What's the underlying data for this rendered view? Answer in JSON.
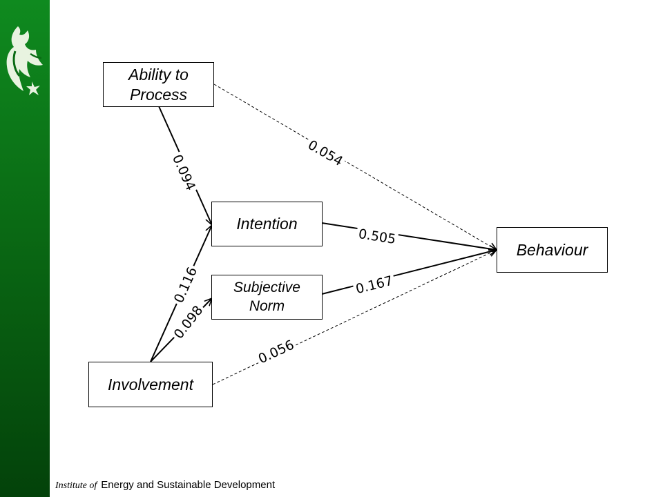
{
  "nodes": {
    "ability": "Ability to Process",
    "intention": "Intention",
    "subjective_norm": "Subjective Norm",
    "involvement": "Involvement",
    "behaviour": "Behaviour"
  },
  "coefficients": {
    "ability_behaviour": "0.054",
    "ability_intention": "0.094",
    "intention_behaviour": "0.505",
    "norm_behaviour": "0.167",
    "involvement_intention": "0.116",
    "involvement_norm": "0.098",
    "involvement_behaviour": "0.056"
  },
  "footer": {
    "institute": "Institute of",
    "name": "Energy and Sustainable Development"
  },
  "colors": {
    "sidebar_top": "#0f8a1f",
    "sidebar_bottom": "#03420a",
    "logo": "#e8f3e0"
  }
}
